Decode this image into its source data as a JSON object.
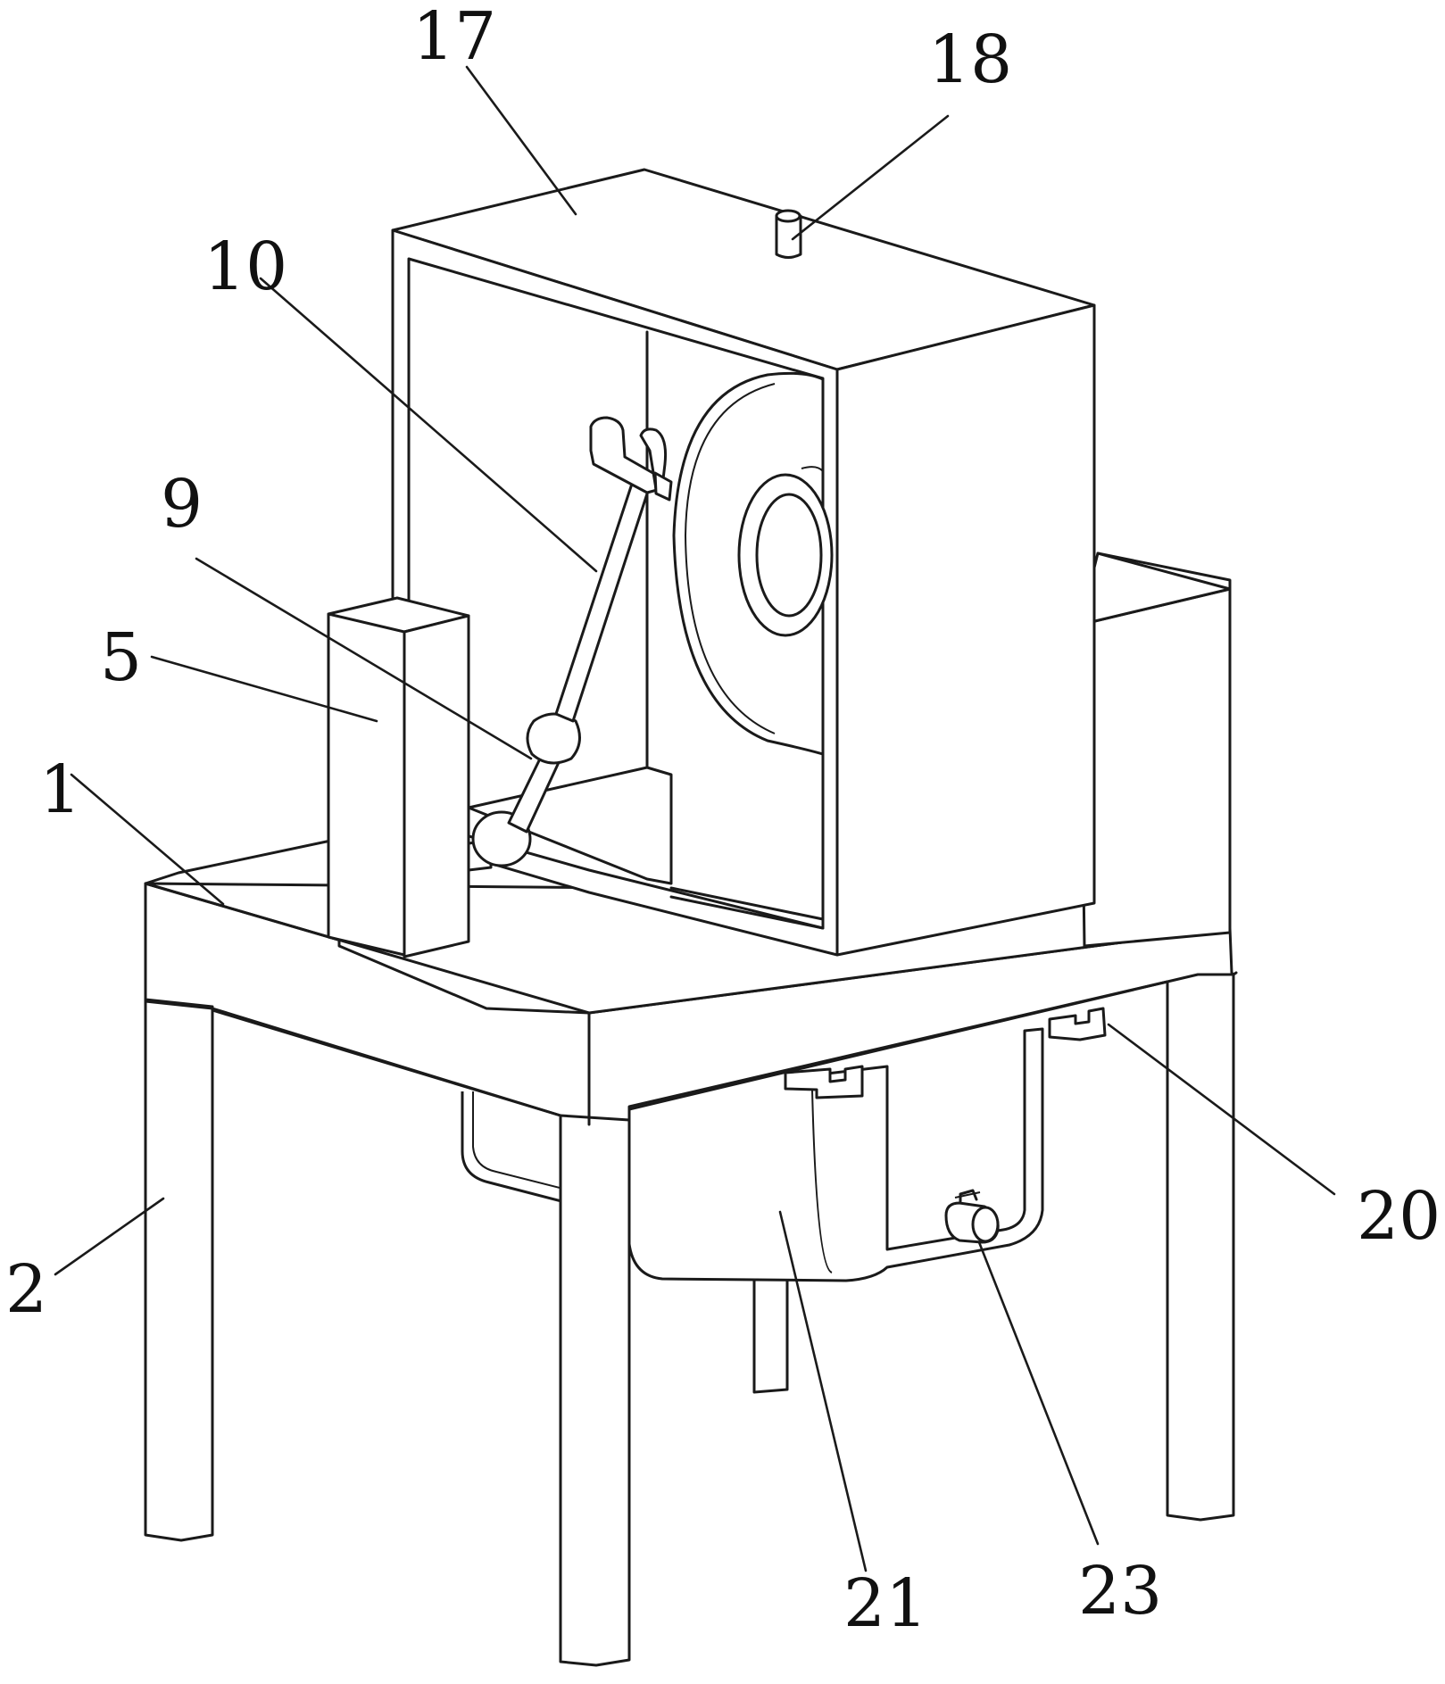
{
  "figure": {
    "labels": [
      {
        "id": "part-17",
        "text": "17"
      },
      {
        "id": "part-18",
        "text": "18"
      },
      {
        "id": "part-10",
        "text": "10"
      },
      {
        "id": "part-9",
        "text": "9"
      },
      {
        "id": "part-5",
        "text": "5"
      },
      {
        "id": "part-1",
        "text": "1"
      },
      {
        "id": "part-2",
        "text": "2"
      },
      {
        "id": "part-20",
        "text": "20"
      },
      {
        "id": "part-21",
        "text": "21"
      },
      {
        "id": "part-23",
        "text": "23"
      }
    ]
  }
}
